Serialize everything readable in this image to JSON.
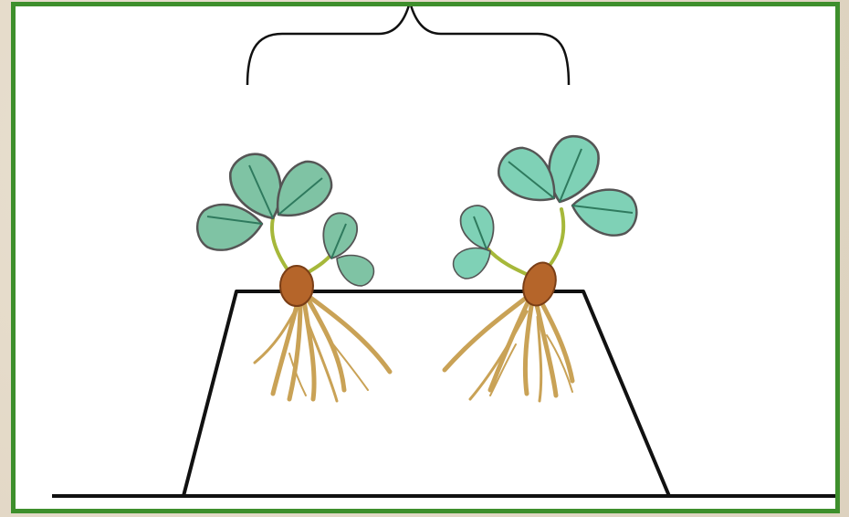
{
  "figure": {
    "subject": "two-plant-seedlings-on-mound",
    "plants": [
      {
        "side": "left",
        "leaf_color": "#7fc3a4",
        "crown_color": "#b5652a",
        "root_color": "#c9a256"
      },
      {
        "side": "right",
        "leaf_color": "#7fd1b6",
        "crown_color": "#b5652a",
        "root_color": "#c9a256"
      }
    ],
    "colors": {
      "frame_border": "#3e8f2c",
      "canvas": "#ffffff",
      "line": "#111111",
      "stem": "#a6b83a"
    }
  }
}
